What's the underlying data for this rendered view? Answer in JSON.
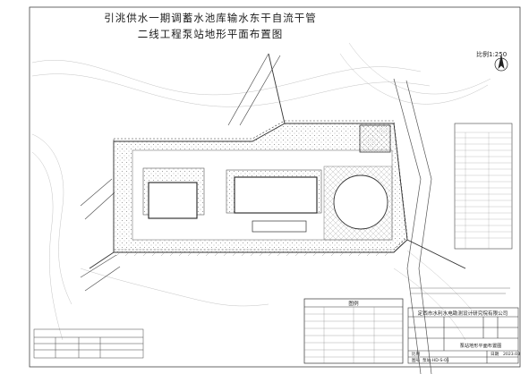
{
  "drawing": {
    "title_line1": "引洮供水一期调蓄水池库输水东干自流干管",
    "title_line2": "二线工程泵站地形平面布置图",
    "scale_label": "比例1:250"
  },
  "title_block": {
    "company": "定西市水利水电勘测设计研究院有限公司",
    "drawing_name": "泵站地形平面布置图",
    "scale_label": "比例",
    "date_label": "日期",
    "date": "2023.03",
    "drawing_no_label": "图号",
    "drawing_no": "泵站-HD-S-01"
  },
  "legend": {
    "title": "图例"
  },
  "colors": {
    "line": "#333333",
    "hatch": "#9a9a9a",
    "paper": "#ffffff"
  }
}
